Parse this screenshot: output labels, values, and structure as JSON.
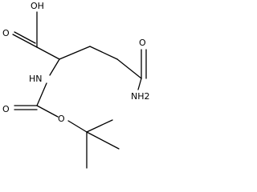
{
  "molecule": {
    "labels": {
      "hydroxyl": "OH",
      "carboxyl_o": "O",
      "amide_o": "O",
      "amide_n": "NH2",
      "amine_n": "HN",
      "carbamate_o": "O",
      "ester_o": "O"
    }
  }
}
